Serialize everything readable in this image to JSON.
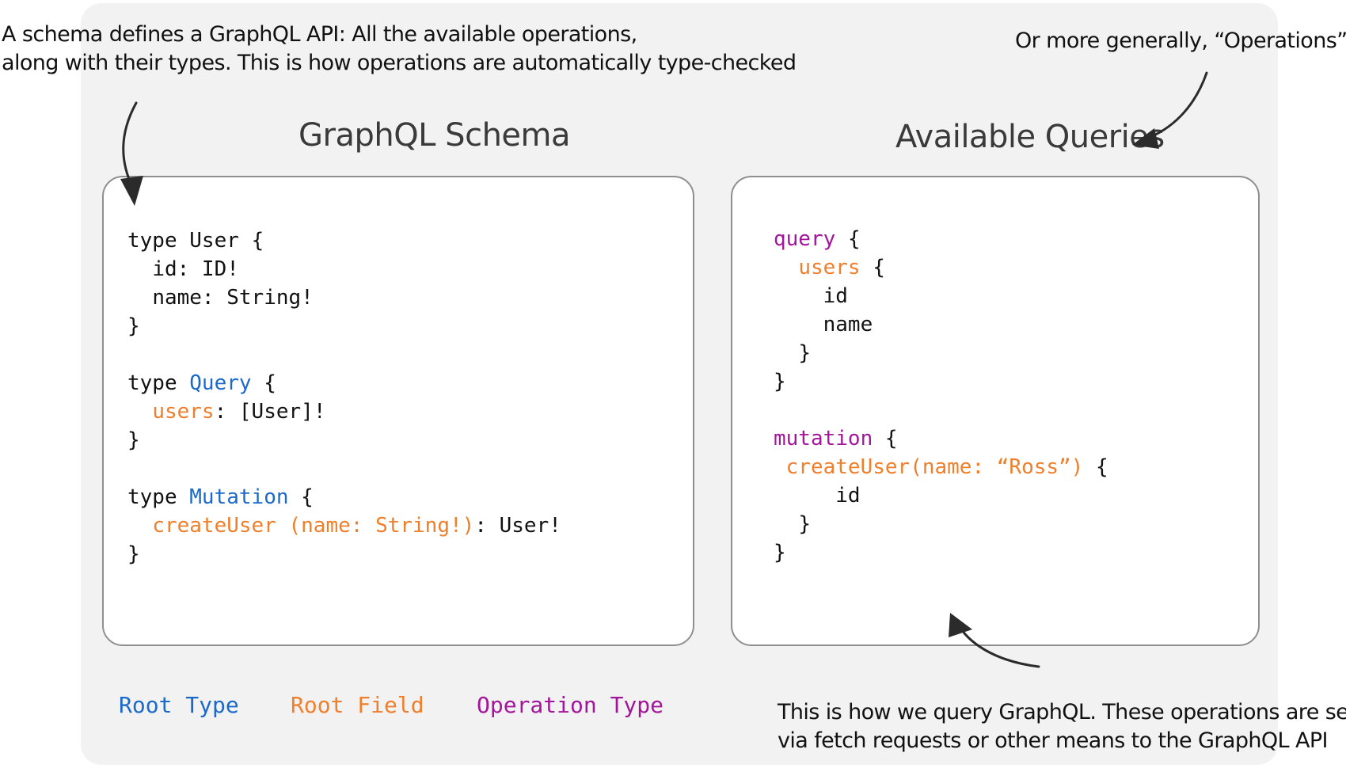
{
  "annotations": {
    "schema_note_line1": "A schema defines a GraphQL API: All the available operations,",
    "schema_note_line2": "along with their types. This is how operations are automatically type-checked",
    "operations_note": "Or more generally, “Operations”",
    "query_note_line1": "This is how we query GraphQL. These operations are sent",
    "query_note_line2": "via fetch requests or other means to the GraphQL API"
  },
  "panels": {
    "schema_title": "GraphQL Schema",
    "queries_title": "Available Queries"
  },
  "schema_code": {
    "l1_kw": "type",
    "l1_name": "User",
    "l1_brace": "{",
    "l2": "id: ID!",
    "l3": "name: String!",
    "l4": "}",
    "l6_kw": "type",
    "l6_name": "Query",
    "l6_brace": "{",
    "l7_field": "users",
    "l7_rest": ": [User]!",
    "l8": "}",
    "l10_kw": "type",
    "l10_name": "Mutation",
    "l10_brace": "{",
    "l11_field": "createUser (name: String!)",
    "l11_rest": ": User!",
    "l12": "}"
  },
  "queries_code": {
    "l1_op": "query",
    "l1_brace": "{",
    "l2_field": "users",
    "l2_brace": "{",
    "l3": "id",
    "l4": "name",
    "l5": "}",
    "l6": "}",
    "l8_op": "mutation",
    "l8_brace": "{",
    "l9_field": "createUser(name: “Ross”)",
    "l9_brace": "{",
    "l10": "id",
    "l11": "}",
    "l12": "}"
  },
  "legend": {
    "root_type": "Root Type",
    "root_field": "Root Field",
    "operation_type": "Operation Type"
  },
  "colors": {
    "root_type": "#1b6ac9",
    "root_field": "#ef7f2a",
    "operation_type": "#a3159a"
  }
}
